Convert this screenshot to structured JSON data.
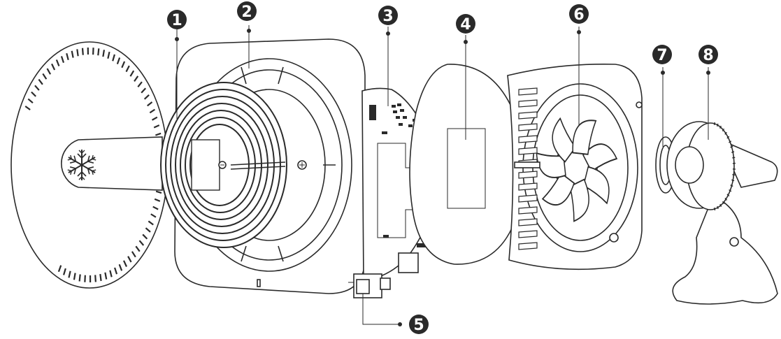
{
  "callouts": [
    {
      "id": 1,
      "label": "1"
    },
    {
      "id": 2,
      "label": "2"
    },
    {
      "id": 3,
      "label": "3"
    },
    {
      "id": 4,
      "label": "4"
    },
    {
      "id": 5,
      "label": "5"
    },
    {
      "id": 6,
      "label": "6"
    },
    {
      "id": 7,
      "label": "7"
    },
    {
      "id": 8,
      "label": "8"
    }
  ],
  "colors": {
    "line": "#2a2a2a",
    "background": "#ffffff",
    "badge": "#333333"
  }
}
